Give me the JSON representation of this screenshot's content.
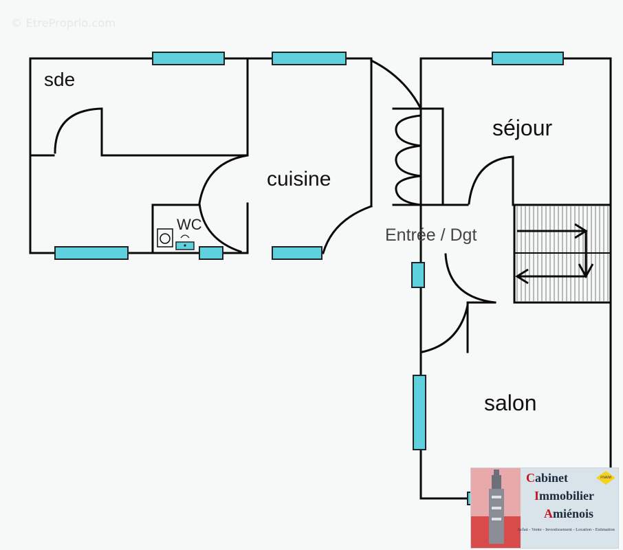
{
  "watermark": "© EtreProprio.com",
  "rooms": {
    "sde": "sde",
    "cuisine": "cuisine",
    "wc": "WC",
    "sejour": "séjour",
    "entree": "Entrée / Dgt",
    "salon": "salon"
  },
  "logo": {
    "line1_cap": "C",
    "line1_rest": "abinet",
    "line2_cap": "I",
    "line2_rest": "mmobilier",
    "line3_cap": "A",
    "line3_rest": "miénois",
    "tagline": "Achat - Vente - Investissement - Location - Estimation",
    "badge": "FNAIM"
  },
  "colors": {
    "wall": "#0a0a0a",
    "window_fill": "#5fd0dd",
    "window_stroke": "#222222",
    "background": "#f7f8f8",
    "logo_red": "#c4161c"
  }
}
